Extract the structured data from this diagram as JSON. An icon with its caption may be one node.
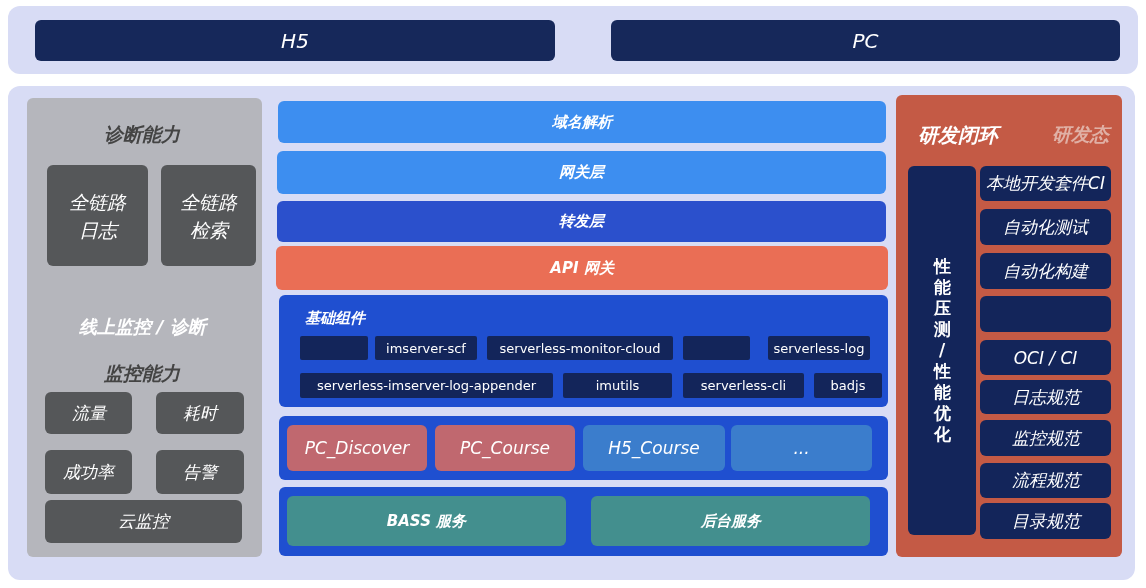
{
  "diagram": {
    "nodes": [
      {
        "text": [],
        "shape": "box"
      },
      {
        "text": [
          "H5"
        ],
        "in": 0
      },
      {
        "text": [
          "PC"
        ],
        "in": 0
      },
      {
        "text": [],
        "shape": "box"
      },
      {
        "text": [
          "诊断能力",
          "线上监控 / 诊断",
          "监控能力"
        ],
        "in": 3
      },
      {
        "text": [
          "全链路日志"
        ],
        "in": 4
      },
      {
        "text": [
          "全链路检索"
        ],
        "in": 4
      },
      {
        "text": [
          "流量"
        ],
        "in": 4
      },
      {
        "text": [
          "耗时"
        ],
        "in": 4
      },
      {
        "text": [
          "成功率"
        ],
        "in": 4
      },
      {
        "text": [
          "告警"
        ],
        "in": 4
      },
      {
        "text": [
          "云监控"
        ],
        "in": 4
      },
      {
        "text": [
          "域名解析"
        ],
        "in": 3
      },
      {
        "text": [
          "网关层"
        ],
        "in": 3
      },
      {
        "text": [
          "转发层"
        ],
        "in": 3
      },
      {
        "text": [
          "API 网关"
        ],
        "in": 3
      },
      {
        "text": [
          "基础组件"
        ],
        "in": 3
      },
      {
        "text": [],
        "shape": "box",
        "in": 16
      },
      {
        "text": [
          "imserver-scf"
        ],
        "in": 16
      },
      {
        "text": [
          "serverless-monitor-cloud"
        ],
        "in": 16
      },
      {
        "text": [],
        "shape": "box",
        "in": 16
      },
      {
        "text": [
          "serverless-log"
        ],
        "in": 16
      },
      {
        "text": [
          "serverless-imserver-log-appender"
        ],
        "in": 16
      },
      {
        "text": [
          "imutils"
        ],
        "in": 16
      },
      {
        "text": [
          "serverless-cli"
        ],
        "in": 16
      },
      {
        "text": [
          "badjs"
        ],
        "in": 16
      },
      {
        "text": [],
        "shape": "box",
        "in": 3
      },
      {
        "text": [
          "PC_Discover"
        ],
        "in": 26
      },
      {
        "text": [
          "PC_Course"
        ],
        "in": 26
      },
      {
        "text": [
          "H5_Course"
        ],
        "in": 26
      },
      {
        "text": [
          "..."
        ],
        "in": 26
      },
      {
        "text": [],
        "shape": "box",
        "in": 3
      },
      {
        "text": [
          "BASS 服务"
        ],
        "in": 31
      },
      {
        "text": [
          "后台服务"
        ],
        "in": 31
      },
      {
        "text": [
          "研发闭环",
          "研发态"
        ],
        "in": 3
      },
      {
        "text": [
          "性能压测 / 性能优化"
        ],
        "in": 34
      },
      {
        "text": [
          "本地开发套件CI"
        ],
        "in": 34
      },
      {
        "text": [
          "自动化测试"
        ],
        "in": 34
      },
      {
        "text": [
          "自动化构建"
        ],
        "in": 34
      },
      {
        "text": [],
        "shape": "box",
        "in": 34
      },
      {
        "text": [
          "OCI / CI"
        ],
        "in": 34
      },
      {
        "text": [
          "日志规范"
        ],
        "in": 34
      },
      {
        "text": [
          "监控规范"
        ],
        "in": 34
      },
      {
        "text": [
          "流程规范"
        ],
        "in": 34
      },
      {
        "text": [
          "目录规范"
        ],
        "in": 34
      }
    ]
  }
}
